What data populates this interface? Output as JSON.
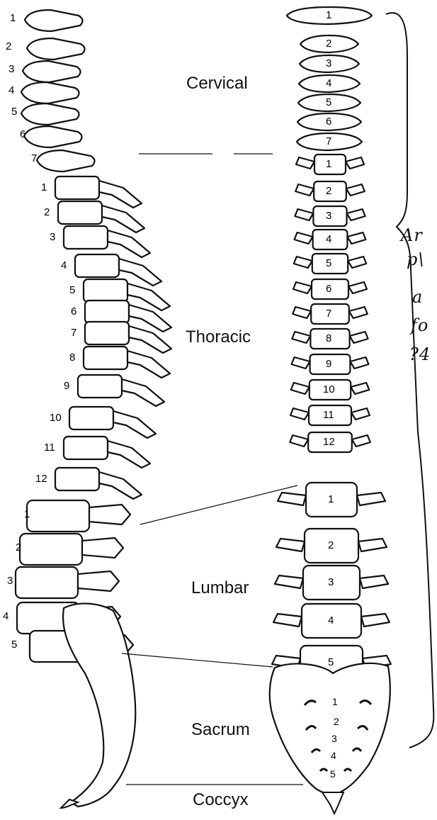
{
  "regions": [
    {
      "name": "Cervical",
      "count": 7
    },
    {
      "name": "Thoracic",
      "count": 12
    },
    {
      "name": "Lumbar",
      "count": 5
    },
    {
      "name": "Sacrum",
      "count": 5
    },
    {
      "name": "Coccyx",
      "count": 0
    }
  ],
  "labels": {
    "cervical": "Cervical",
    "thoracic": "Thoracic",
    "lumbar": "Lumbar",
    "sacrum": "Sacrum",
    "coccyx": "Coccyx"
  },
  "side_view": {
    "cervical_numbers": [
      "1",
      "2",
      "3",
      "4",
      "5",
      "6",
      "7"
    ],
    "thoracic_numbers": [
      "1",
      "2",
      "3",
      "4",
      "5",
      "6",
      "7",
      "8",
      "9",
      "10",
      "11",
      "12"
    ],
    "lumbar_numbers": [
      "1",
      "2",
      "3",
      "4",
      "5"
    ]
  },
  "front_view": {
    "cervical_numbers": [
      "1",
      "2",
      "3",
      "4",
      "5",
      "6",
      "7"
    ],
    "thoracic_numbers": [
      "1",
      "2",
      "3",
      "4",
      "5",
      "6",
      "7",
      "8",
      "9",
      "10",
      "11",
      "12"
    ],
    "lumbar_numbers": [
      "1",
      "2",
      "3",
      "4",
      "5"
    ],
    "sacral_numbers": [
      "1",
      "2",
      "3",
      "4",
      "5"
    ]
  },
  "handwritten_note": [
    "Ar",
    "p\\",
    "a",
    "fo",
    "?4"
  ],
  "colors": {
    "ink": "#111111",
    "bone_fill": "#ffffff",
    "shade": "#555555"
  }
}
